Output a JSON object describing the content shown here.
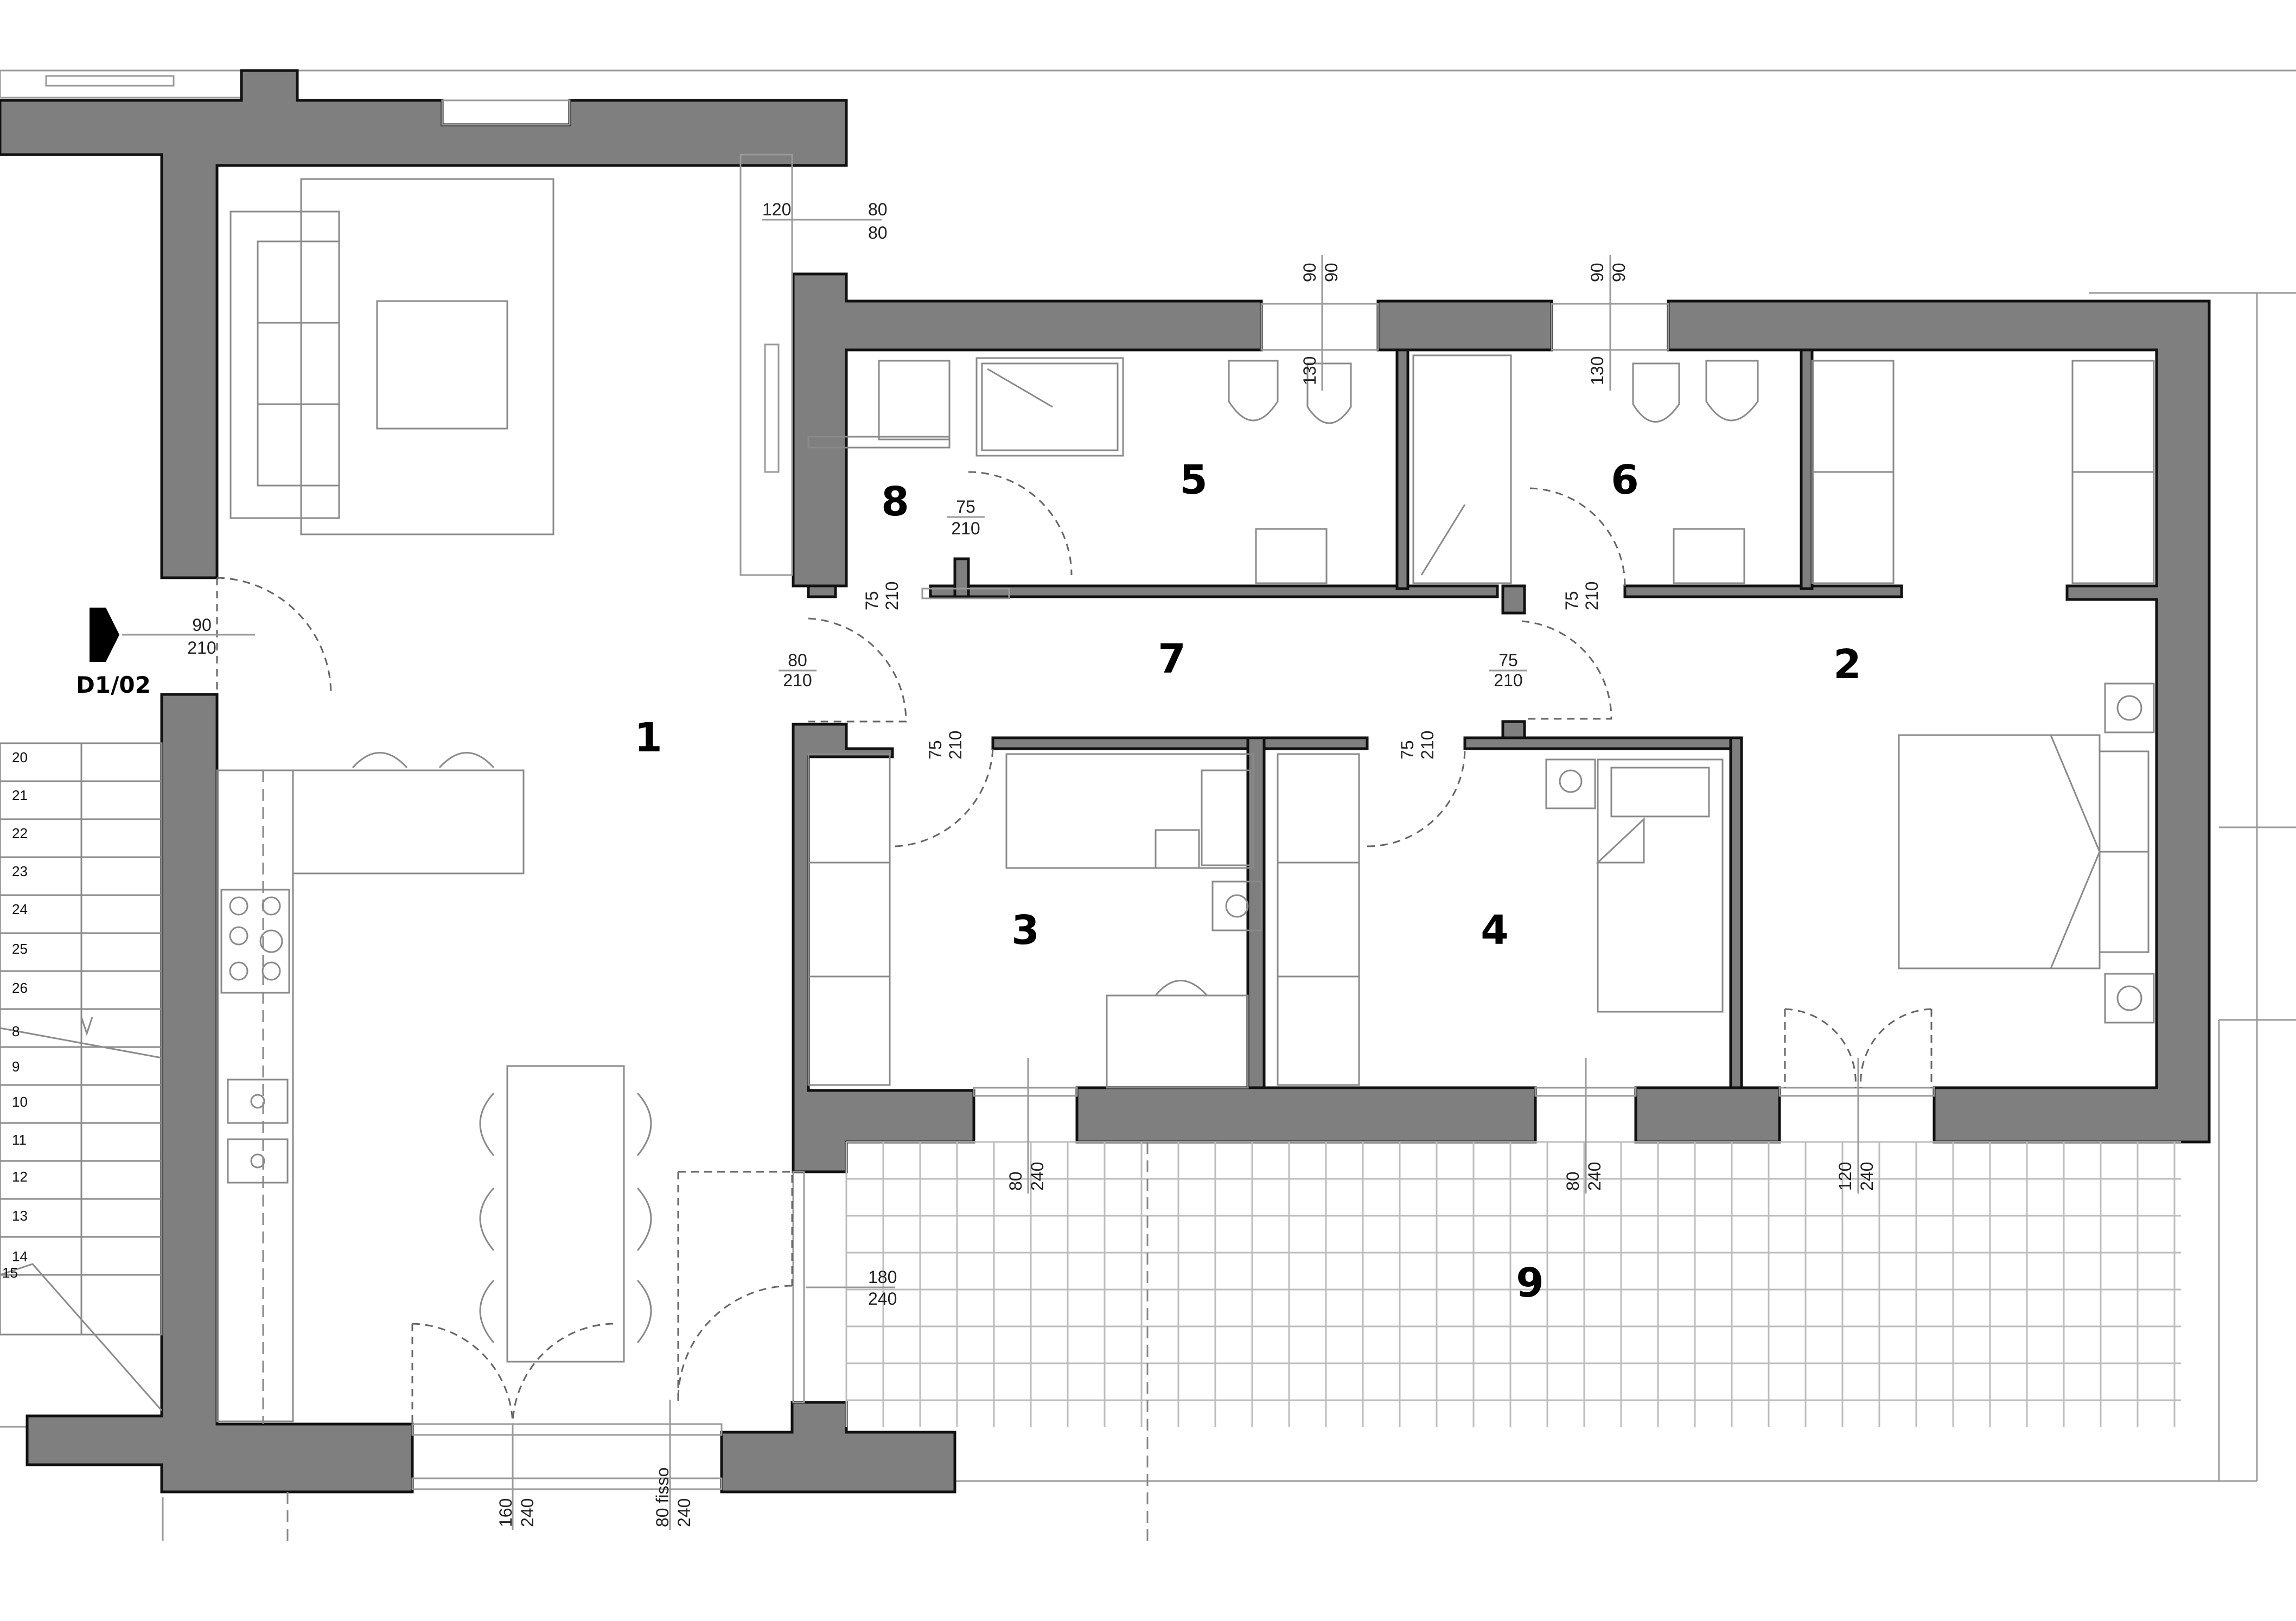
{
  "plan": {
    "section_marker": "D1/02",
    "rooms": [
      "1",
      "2",
      "3",
      "4",
      "5",
      "6",
      "7",
      "8",
      "9"
    ],
    "dimensions": {
      "d01": [
        "120",
        "80",
        "80"
      ],
      "d02": [
        "90",
        "90",
        "130"
      ],
      "d03": [
        "90",
        "90",
        "130"
      ],
      "d04": [
        "90",
        "210"
      ],
      "d05": [
        "75",
        "210"
      ],
      "d06": [
        "75",
        "210"
      ],
      "d07": [
        "75",
        "210"
      ],
      "d08": [
        "80",
        "210"
      ],
      "d09": [
        "75",
        "210"
      ],
      "d10": [
        "75",
        "210"
      ],
      "d11": [
        "75",
        "210"
      ],
      "d12": [
        "180",
        "240"
      ],
      "d13": [
        "80",
        "240"
      ],
      "d14": [
        "80",
        "240"
      ],
      "d15": [
        "120",
        "240"
      ],
      "d16": [
        "160",
        "240"
      ],
      "d17": [
        "80 fisso",
        "240"
      ]
    },
    "stair_steps": [
      "20",
      "21",
      "22",
      "23",
      "24",
      "25",
      "26",
      "8",
      "9",
      "10",
      "11",
      "12",
      "13",
      "14",
      "15"
    ]
  }
}
